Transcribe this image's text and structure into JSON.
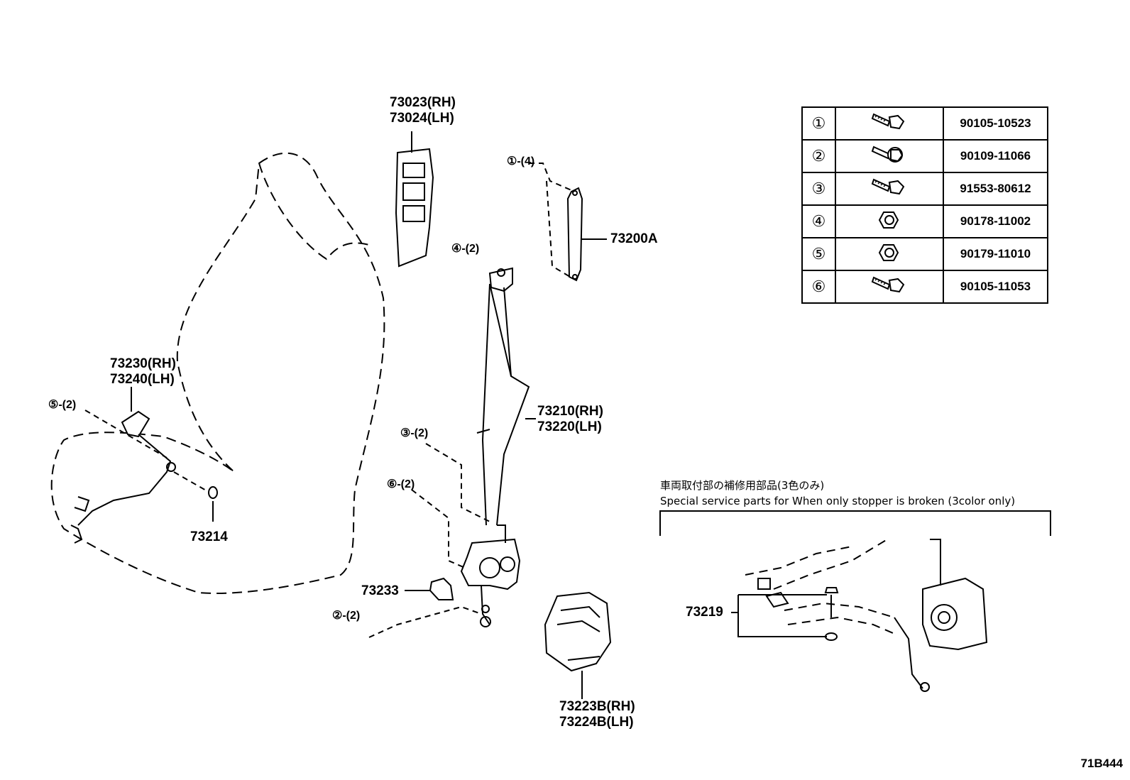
{
  "labels": {
    "part_73023": "73023(RH)",
    "part_73024": "73024(LH)",
    "ref_1": "①-(4)",
    "part_73200a": "73200A",
    "ref_4": "④-(2)",
    "part_73230": "73230(RH)",
    "part_73240": "73240(LH)",
    "ref_5": "⑤-(2)",
    "part_73210": "73210(RH)",
    "part_73220": "73220(LH)",
    "ref_3": "③-(2)",
    "ref_6": "⑥-(2)",
    "part_73214": "73214",
    "part_73233": "73233",
    "ref_2": "②-(2)",
    "part_73223b": "73223B(RH)",
    "part_73224b": "73224B(LH)",
    "part_73219": "73219"
  },
  "legend": [
    {
      "num": "①",
      "icon": "bolt-icon",
      "part": "90105-10523"
    },
    {
      "num": "②",
      "icon": "bolt-icon",
      "part": "90109-11066"
    },
    {
      "num": "③",
      "icon": "bolt-icon",
      "part": "91553-80612"
    },
    {
      "num": "④",
      "icon": "nut-icon",
      "part": "90178-11002"
    },
    {
      "num": "⑤",
      "icon": "nut-icon",
      "part": "90179-11010"
    },
    {
      "num": "⑥",
      "icon": "bolt-icon",
      "part": "90105-11053"
    }
  ],
  "inset": {
    "title_jp": "車両取付部の補修用部品(3色のみ)",
    "title_en": "Special service parts for When only stopper is broken (3color only)"
  },
  "diagram_code": "71B444"
}
